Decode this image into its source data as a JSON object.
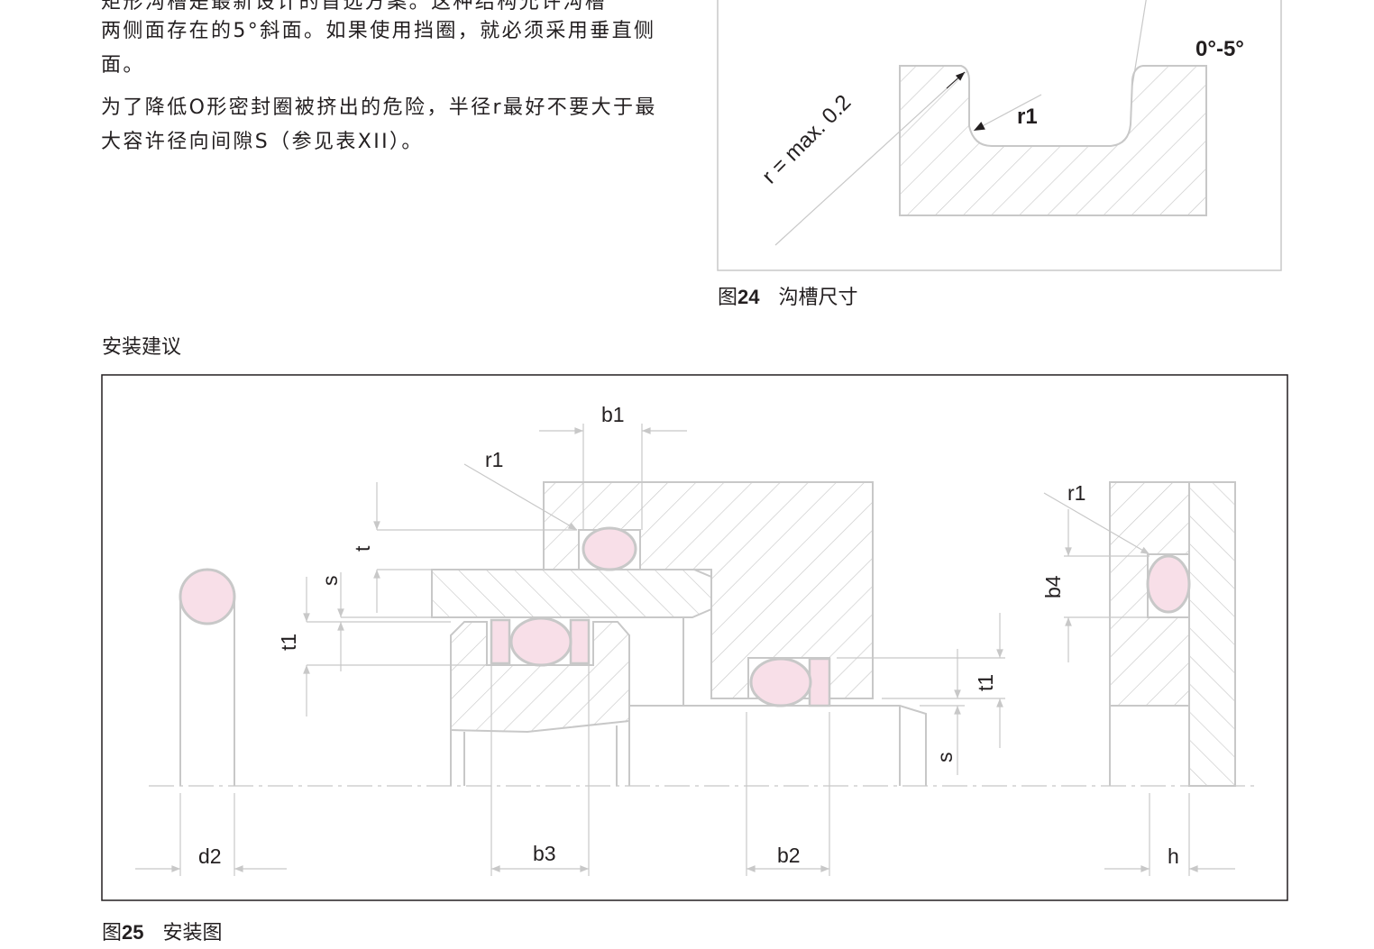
{
  "text": {
    "line0": "矩形沟槽是最新设计的首选方案。这种结构允许沟槽",
    "para1": "两侧面存在的5°斜面。如果使用挡圈，就必须采用垂直侧面。",
    "para2": "为了降低O形密封圈被挤出的危险，半径r最好不要大于最大容许径向间隙S（参见表XII）。"
  },
  "fig24": {
    "caption_prefix": "图",
    "caption_number": "24",
    "caption_title": "沟槽尺寸",
    "label_r": "r = max. 0.2",
    "label_r1": "r1",
    "label_angle": "0°-5°"
  },
  "section_heading": "安装建议",
  "fig25": {
    "caption_prefix": "图",
    "caption_number": "25",
    "caption_title": "安装图",
    "labels": {
      "b1": "b1",
      "r1_top": "r1",
      "t": "t",
      "s_left": "s",
      "t1_left": "t1",
      "t1_right": "t1",
      "s_right": "s",
      "b4": "b4",
      "r1_right": "r1",
      "d2": "d2",
      "b3": "b3",
      "b2": "b2",
      "h": "h"
    }
  },
  "colors": {
    "seal_fill": "#f8dfe8",
    "line": "#c8c8c8",
    "text": "#231f20"
  }
}
